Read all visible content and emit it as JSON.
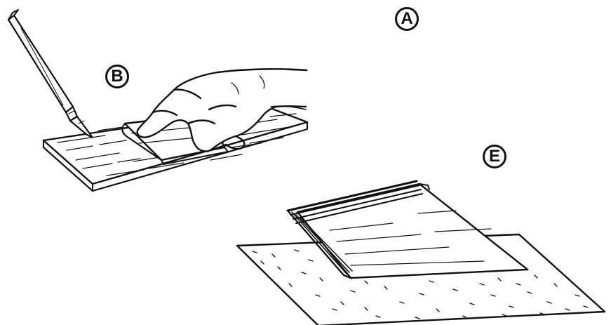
{
  "labels": {
    "a": "A",
    "b": "B",
    "e": "E"
  },
  "colors": {
    "ink": "#111111",
    "paper": "#ffffff"
  },
  "figures": [
    {
      "id": "B",
      "depicts": "hand-with-knife-and-board-icon"
    },
    {
      "id": "E",
      "depicts": "stacked-sheets-on-board-icon"
    }
  ]
}
